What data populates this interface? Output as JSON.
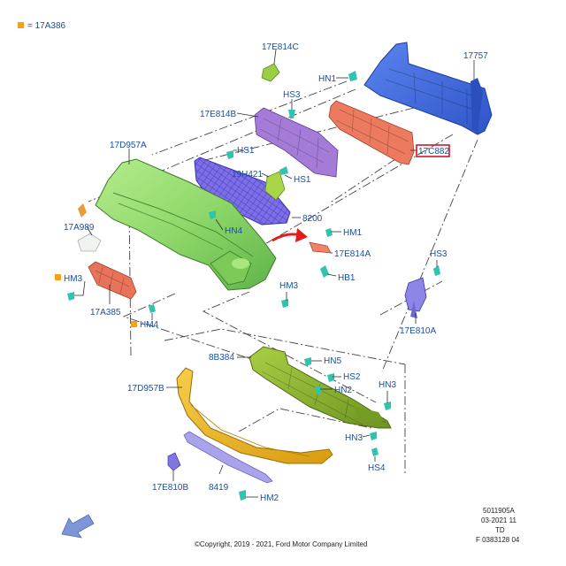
{
  "legend": {
    "marker_color": "#f4a21b",
    "text": "= 17A386"
  },
  "labels": {
    "p17757": "17757",
    "hn1": "HN1",
    "p17e814c": "17E814C",
    "hs3_top": "HS3",
    "p17e814b": "17E814B",
    "p17c882": "17C882",
    "p17d957a": "17D957A",
    "hs1_a": "HS1",
    "p19h421": "19H421",
    "hs1_b": "HS1",
    "p8200": "8200",
    "p17a989": "17A989",
    "hn4": "HN4",
    "hm1": "HM1",
    "p17e814a": "17E814A",
    "hb1": "HB1",
    "hs3_right": "HS3",
    "hm3_left": "HM3",
    "p17a385": "17A385",
    "hm3_mid": "HM3",
    "hm4": "HM4",
    "p17e810a": "17E810A",
    "p8b384": "8B384",
    "hn5": "HN5",
    "hs2": "HS2",
    "hn2": "HN2",
    "hn3_right": "HN3",
    "p17d957b": "17D957B",
    "hn3_bottom": "HN3",
    "hs4": "HS4",
    "p17e810b": "17E810B",
    "p8419": "8419",
    "hm2": "HM2"
  },
  "footer": {
    "copyright": "©Copyright, 2019 - 2021, Ford Motor Company Limited",
    "code_line1": "5011905A",
    "code_line2": "03-2021 11",
    "code_line3": "TD",
    "code_line4": "F 0383128 04"
  },
  "colors": {
    "bumper_cover_green": "#8fd86a",
    "grille_purple": "#7d6fe8",
    "reinforcement_blue": "#3f6be0",
    "absorber_salmon": "#ec7a5f",
    "bracket_violet": "#a57bd8",
    "deflector_olive": "#86b02c",
    "lip_gold": "#e9b21c",
    "strip_lavender": "#a9a4ea",
    "fastener_teal": "#2fc4b0",
    "highlight_red": "#d3142a",
    "arrow_red": "#e21b1b",
    "nav_arrow_blue": "#7d96d8"
  },
  "icons": {
    "nav_arrow": "front-direction-arrow-icon",
    "red_arrow": "red-curved-arrow-icon"
  }
}
